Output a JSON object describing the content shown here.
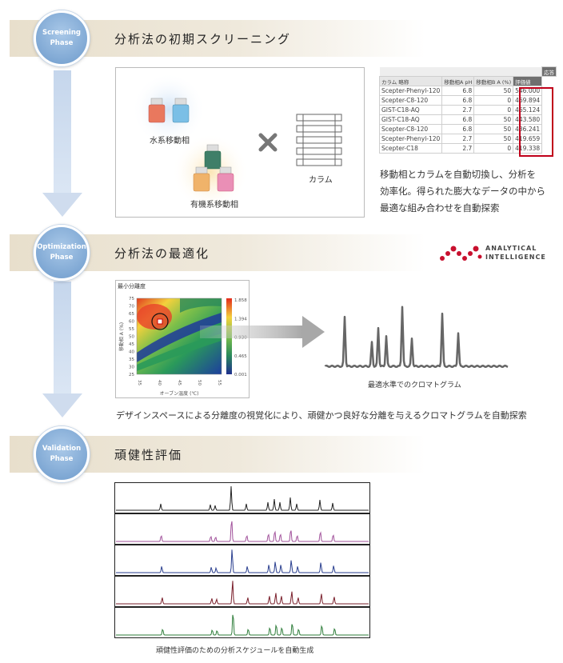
{
  "phases": [
    {
      "label_line1": "Screening",
      "label_line2": "Phase",
      "title": "分析法の初期スクリーニング"
    },
    {
      "label_line1": "Optimization",
      "label_line2": "Phase",
      "title": "分析法の最適化"
    },
    {
      "label_line1": "Validation",
      "label_line2": "Phase",
      "title": "頑健性評価"
    }
  ],
  "screening": {
    "aqueous_label": "水系移動相",
    "organic_label": "有機系移動相",
    "column_label": "カラム",
    "table": {
      "top_header": "応答",
      "headers": [
        "カラム 略称",
        "移動相A pH",
        "移動相B A (%)",
        "評価値"
      ],
      "rows": [
        [
          "Scepter-Phenyl-120",
          "6.8",
          "50",
          "546.000"
        ],
        [
          "Scepter-C8-120",
          "6.8",
          "0",
          "469.894"
        ],
        [
          "GIST-C18-AQ",
          "2.7",
          "0",
          "465.124"
        ],
        [
          "GIST-C18-AQ",
          "6.8",
          "50",
          "443.580"
        ],
        [
          "Scepter-C8-120",
          "6.8",
          "50",
          "436.241"
        ],
        [
          "Scepter-Phenyl-120",
          "2.7",
          "50",
          "419.659"
        ],
        [
          "Scepter-C18",
          "2.7",
          "0",
          "419.338"
        ]
      ]
    },
    "description": [
      "移動相とカラムを自動切換し、分析を",
      "効率化。得られた膨大なデータの中から",
      "最適な組み合わせを自動探索"
    ]
  },
  "optimization": {
    "logo_line1": "ANALYTICAL",
    "logo_line2": "INTELLIGENCE",
    "heatmap_title": "最小分離度",
    "y_axis_label": "移動相 A (%)",
    "x_axis_label": "オーブン温度 (℃)",
    "y_ticks": [
      "75",
      "70",
      "65",
      "60",
      "55",
      "50",
      "45",
      "40",
      "35",
      "30",
      "25"
    ],
    "x_ticks": [
      "35",
      "40",
      "45",
      "50",
      "55"
    ],
    "scale_ticks": [
      "1.858",
      "1.394",
      "0.930",
      "0.465",
      "0.001"
    ],
    "chromatogram_caption": "最適水準でのクロマトグラム",
    "description": "デザインスペースによる分離度の視覚化により、頑健かつ良好な分離を与えるクロマトグラムを自動探索"
  },
  "validation": {
    "trace_colors": [
      "#222222",
      "#a0509a",
      "#2a3f8f",
      "#7a1f2b",
      "#2e7d3a"
    ],
    "caption": "頑健性評価のための分析スケジュールを自動生成"
  },
  "colors": {
    "phase_blue": "#7fa8d4",
    "highlight_red": "#c0001a",
    "logo_red": "#c8102e"
  }
}
